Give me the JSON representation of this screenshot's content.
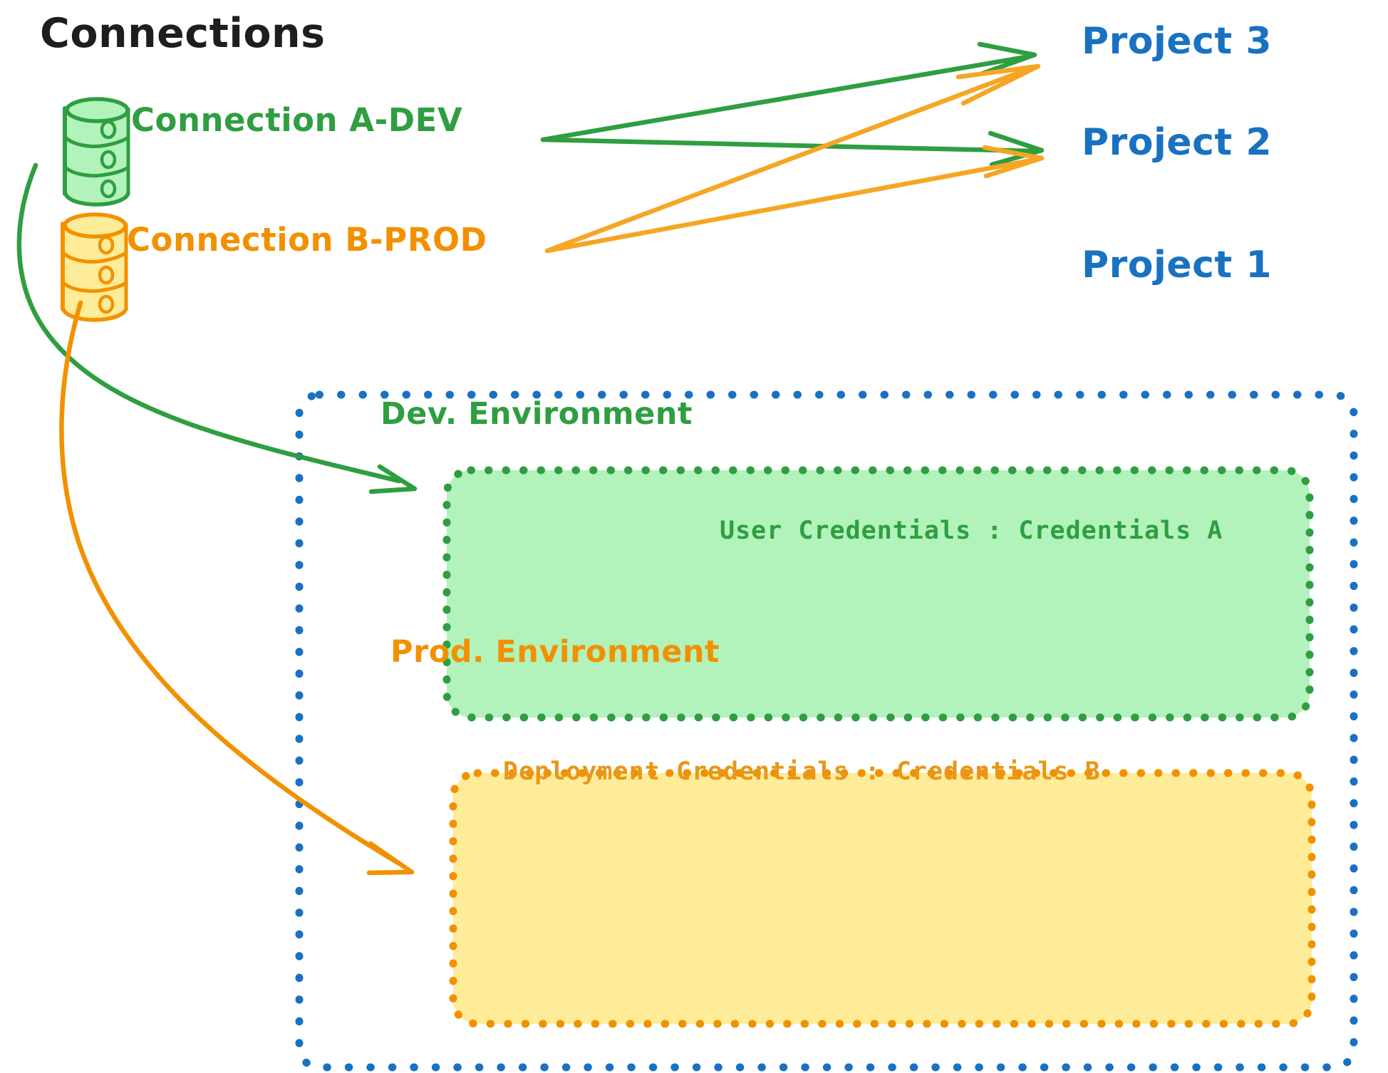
{
  "diagram": {
    "title": "Connections",
    "title_color": "#1e1e1e",
    "background": "#ffffff"
  },
  "connections": [
    {
      "id": "connection-a-dev",
      "label": "Connection A-DEV",
      "color": "#2f9e41",
      "fill": "#b2f2bb",
      "icon": "database-cylinder-icon"
    },
    {
      "id": "connection-b-prod",
      "label": "Connection B-PROD",
      "color": "#f29100",
      "fill": "#ffec99",
      "icon": "database-cylinder-icon"
    }
  ],
  "projects": [
    {
      "id": "project-3",
      "label": "Project 3",
      "color": "#1971c2"
    },
    {
      "id": "project-2",
      "label": "Project 2",
      "color": "#1971c2"
    },
    {
      "id": "project-1",
      "label": "Project 1",
      "color": "#1971c2"
    }
  ],
  "project1_container": {
    "border_color": "#1971c2",
    "border_style": "dotted",
    "environments": [
      {
        "id": "dev-environment",
        "name": "Dev. Environment",
        "credentials_label": "User Credentials : Credentials A",
        "border_color": "#2f9e41",
        "fill": "#b2f2bb",
        "text_color": "#2f9e41"
      },
      {
        "id": "prod-environment",
        "name": "Prod. Environment",
        "credentials_label": "Deployment Credentials : Credentials B",
        "border_color": "#f29100",
        "fill": "#ffec99",
        "text_color": "#e8971a"
      }
    ]
  },
  "edges": [
    {
      "id": "edge-a-dev-to-project-3",
      "from": "connection-a-dev",
      "to": "project-3",
      "color": "#2f9e41"
    },
    {
      "id": "edge-a-dev-to-project-2",
      "from": "connection-a-dev",
      "to": "project-2",
      "color": "#2f9e41"
    },
    {
      "id": "edge-a-dev-to-dev-environment",
      "from": "connection-a-dev",
      "to": "dev-environment",
      "color": "#2f9e41"
    },
    {
      "id": "edge-b-prod-to-project-3",
      "from": "connection-b-prod",
      "to": "project-3",
      "color": "#f5a623"
    },
    {
      "id": "edge-b-prod-to-project-2",
      "from": "connection-b-prod",
      "to": "project-2",
      "color": "#f5a623"
    },
    {
      "id": "edge-b-prod-to-prod-environment",
      "from": "connection-b-prod",
      "to": "prod-environment",
      "color": "#f29100"
    }
  ]
}
